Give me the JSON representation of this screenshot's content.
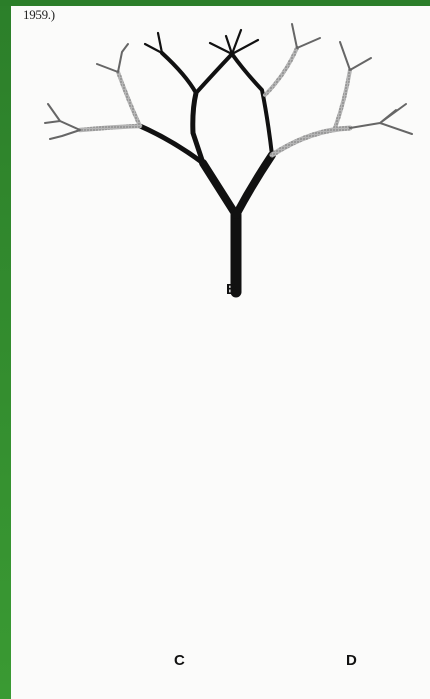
{
  "caption_fragment": "1959.)",
  "figures": {
    "b": {
      "label": "B"
    },
    "c": {
      "label": "C"
    },
    "d": {
      "label": "D"
    }
  },
  "colors": {
    "ink": "#111111",
    "stipple": "#8f8f8f",
    "paper": "#fbfbfa",
    "border_green": "#2f8a2c"
  }
}
